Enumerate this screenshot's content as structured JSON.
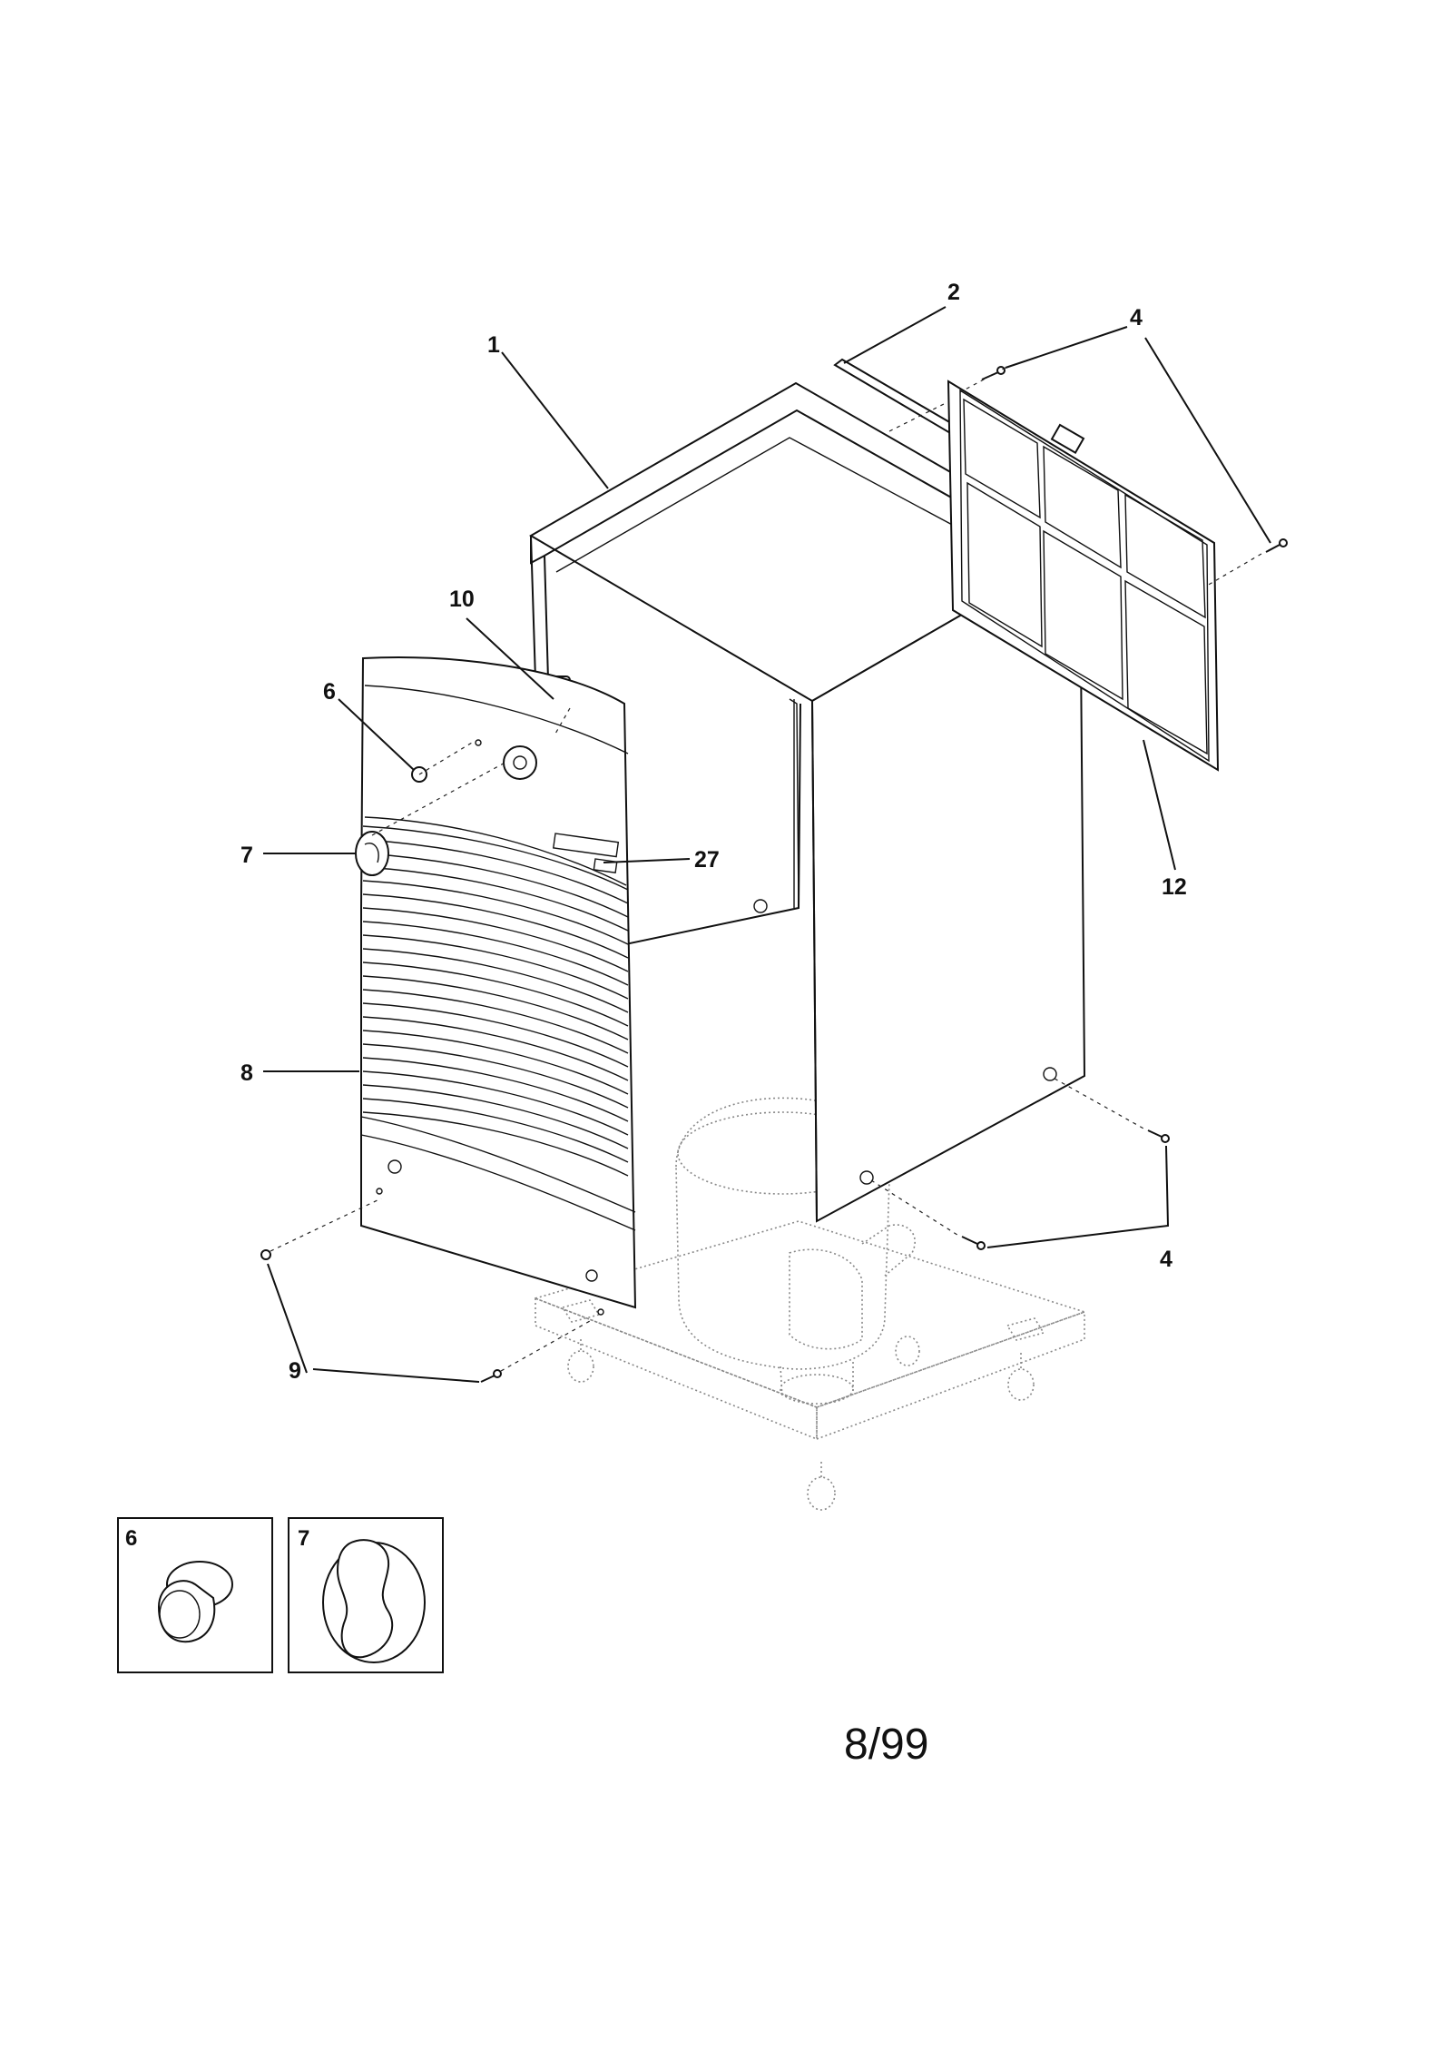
{
  "callouts": {
    "c1": "1",
    "c2": "2",
    "c4_top": "4",
    "c4_bottom": "4",
    "c6": "6",
    "c7": "7",
    "c8": "8",
    "c9": "9",
    "c10": "10",
    "c12": "12",
    "c27": "27"
  },
  "insets": {
    "inset6_label": "6",
    "inset7_label": "7"
  },
  "footer": {
    "code": "8/99"
  }
}
